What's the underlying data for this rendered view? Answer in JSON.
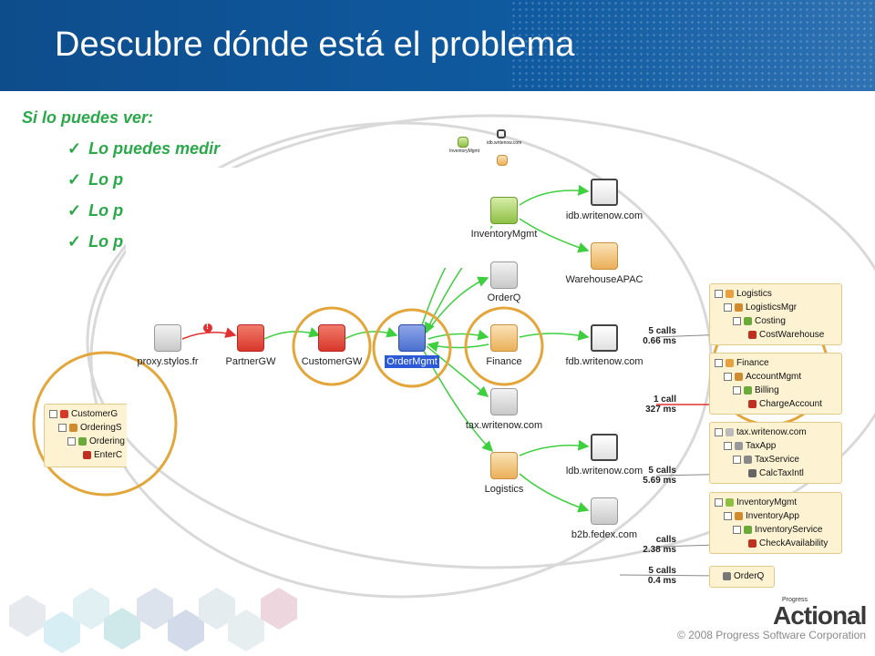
{
  "slide": {
    "title": "Descubre dónde está el problema",
    "subtitle": "Si lo puedes ver:",
    "bullets": [
      "Lo puedes medir",
      "Lo p",
      "Lo p",
      "Lo p"
    ],
    "footer": "© 2008 Progress Software Corporation",
    "logo_small": "Progress",
    "logo": "Actional",
    "colors": {
      "header": "#0f5aa0",
      "bullet_green": "#2aa84a",
      "accent_ring": "#e3a63a",
      "flow_green": "#3ecf3e",
      "flow_red": "#e23030"
    }
  },
  "diagram": {
    "nodes": {
      "proxy": {
        "label": "proxy.stylos.fr",
        "icon": "service-icon"
      },
      "partner": {
        "label": "PartnerGW",
        "icon": "lock-icon"
      },
      "customer": {
        "label": "CustomerGW",
        "icon": "gateway-icon"
      },
      "ordermgmt": {
        "label": "OrderMgmt",
        "icon": "service-icon"
      },
      "inventory": {
        "label": "InventoryMgmt",
        "icon": "service-icon"
      },
      "orderq": {
        "label": "OrderQ",
        "icon": "queue-icon"
      },
      "finance": {
        "label": "Finance",
        "icon": "service-icon"
      },
      "tax": {
        "label": "tax.writenow.com",
        "icon": "service-icon"
      },
      "logistics": {
        "label": "Logistics",
        "icon": "service-icon"
      },
      "idb": {
        "label": "idb.writenow.com",
        "icon": "database-icon"
      },
      "warehouse": {
        "label": "WarehouseAPAC",
        "icon": "service-icon"
      },
      "fdb": {
        "label": "fdb.writenow.com",
        "icon": "database-icon"
      },
      "ldb": {
        "label": "ldb.writenow.com",
        "icon": "database-icon"
      },
      "b2b": {
        "label": "b2b.fedex.com",
        "icon": "service-icon"
      }
    },
    "error_badge": "!",
    "mini_labels": {
      "inventory": "InventoryMgmt",
      "idb": "idb.writenow.com"
    }
  },
  "panels": {
    "logistics": {
      "rows": [
        "Logistics",
        "LogisticsMgr",
        "Costing",
        "CostWarehouse"
      ],
      "calls": "5 calls",
      "time": "0.66 ms"
    },
    "finance": {
      "rows": [
        "Finance",
        "AccountMgmt",
        "Billing",
        "ChargeAccount"
      ],
      "calls": "1 call",
      "time": "327 ms"
    },
    "tax": {
      "rows": [
        "tax.writenow.com",
        "TaxApp",
        "TaxService",
        "CalcTaxIntl"
      ],
      "calls": "5 calls",
      "time": "5.69 ms"
    },
    "inventory": {
      "rows": [
        "InventoryMgmt",
        "InventoryApp",
        "InventoryService",
        "CheckAvailability"
      ],
      "calls": "calls",
      "time": "2.38 ms"
    },
    "orderq": {
      "rows": [
        "OrderQ"
      ],
      "calls": "5 calls",
      "time": "0.4 ms"
    },
    "customer": {
      "rows": [
        "CustomerG",
        "OrderingS",
        "Ordering",
        "EnterC"
      ]
    }
  }
}
